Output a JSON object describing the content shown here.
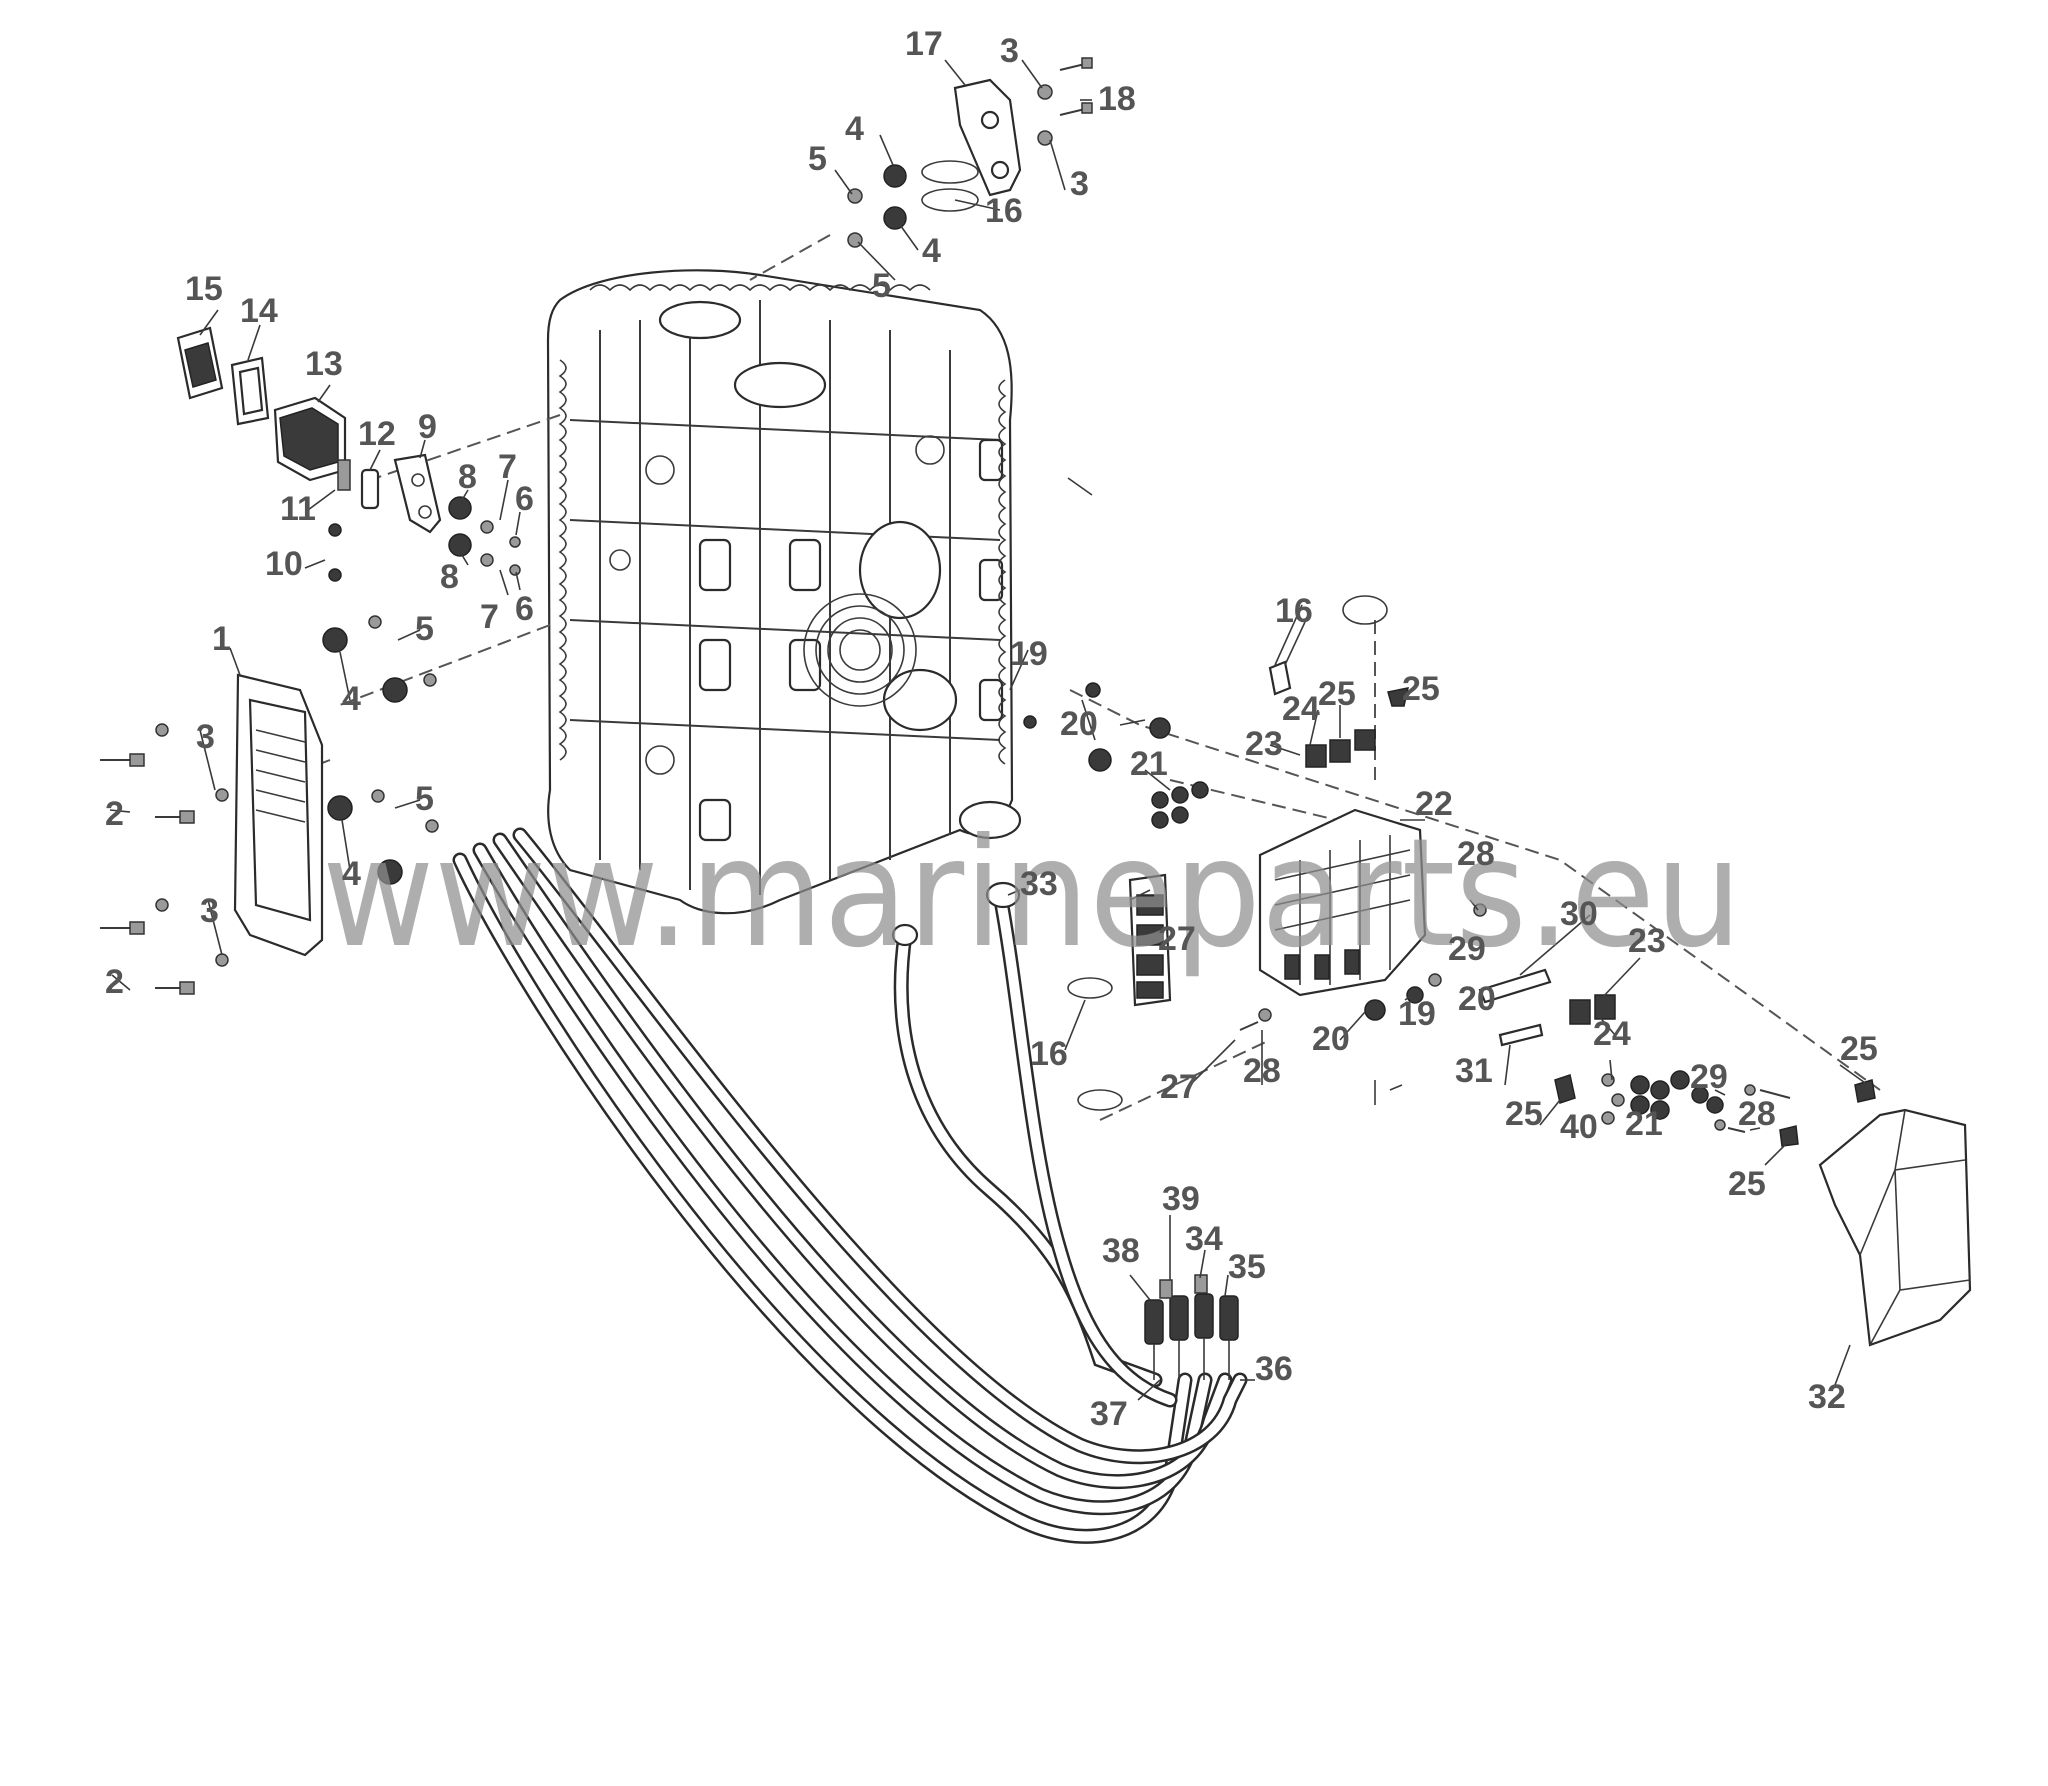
{
  "watermark": "www.marineparts.eu",
  "part_labels": [
    "1",
    "2",
    "2",
    "2",
    "3",
    "3",
    "3",
    "3",
    "3",
    "4",
    "4",
    "4",
    "4",
    "4",
    "5",
    "5",
    "5",
    "5",
    "5",
    "6",
    "6",
    "7",
    "7",
    "8",
    "8",
    "9",
    "10",
    "11",
    "12",
    "13",
    "14",
    "15",
    "16",
    "16",
    "16",
    "17",
    "18",
    "19",
    "19",
    "20",
    "20",
    "20",
    "21",
    "21",
    "22",
    "23",
    "23",
    "24",
    "24",
    "25",
    "25",
    "25",
    "25",
    "25",
    "25",
    "27",
    "27",
    "28",
    "28",
    "28",
    "29",
    "29",
    "30",
    "31",
    "32",
    "33",
    "34",
    "35",
    "36",
    "37",
    "38",
    "39",
    "40"
  ],
  "colors": {
    "line": "#2b2b2b",
    "label": "#555555",
    "watermark": "#8f8f8f",
    "background": "#ffffff"
  }
}
